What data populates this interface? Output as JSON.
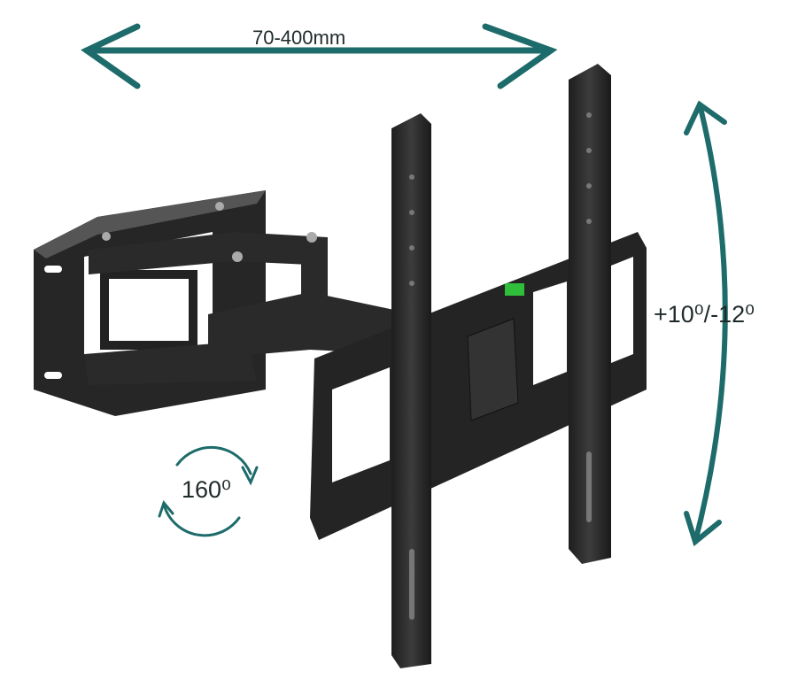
{
  "annotations": {
    "vesa_range": "70-400mm",
    "tilt_range": "+10⁰/-12⁰",
    "swivel_angle": "160⁰"
  },
  "colors": {
    "arrow": "#1d6b6a",
    "metal": "#2b2b2b",
    "metal_highlight": "#4a4a4a",
    "level_bubble": "#2fbf3a"
  }
}
